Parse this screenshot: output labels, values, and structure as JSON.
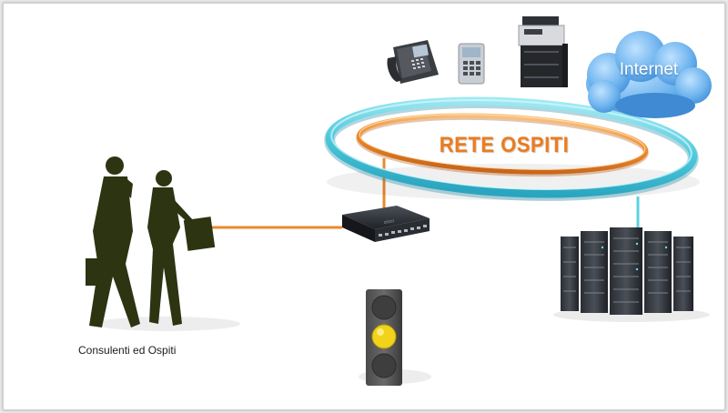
{
  "diagram": {
    "network_label": "RETE OSPITI",
    "cloud_label": "Internet",
    "people_caption": "Consulenti ed Ospiti"
  },
  "colors": {
    "orange_link": "#e88a2c",
    "cyan_ring": "#5fd0e0",
    "traffic_light_yellow": "#f2d21a",
    "cloud_blue": "#5aa6e6"
  },
  "icons": [
    "desk-phone-icon",
    "keypad-phone-icon",
    "printer-icon",
    "cloud-icon",
    "switch-icon",
    "server-rack-icon",
    "traffic-light-icon",
    "people-silhouette-icon"
  ]
}
